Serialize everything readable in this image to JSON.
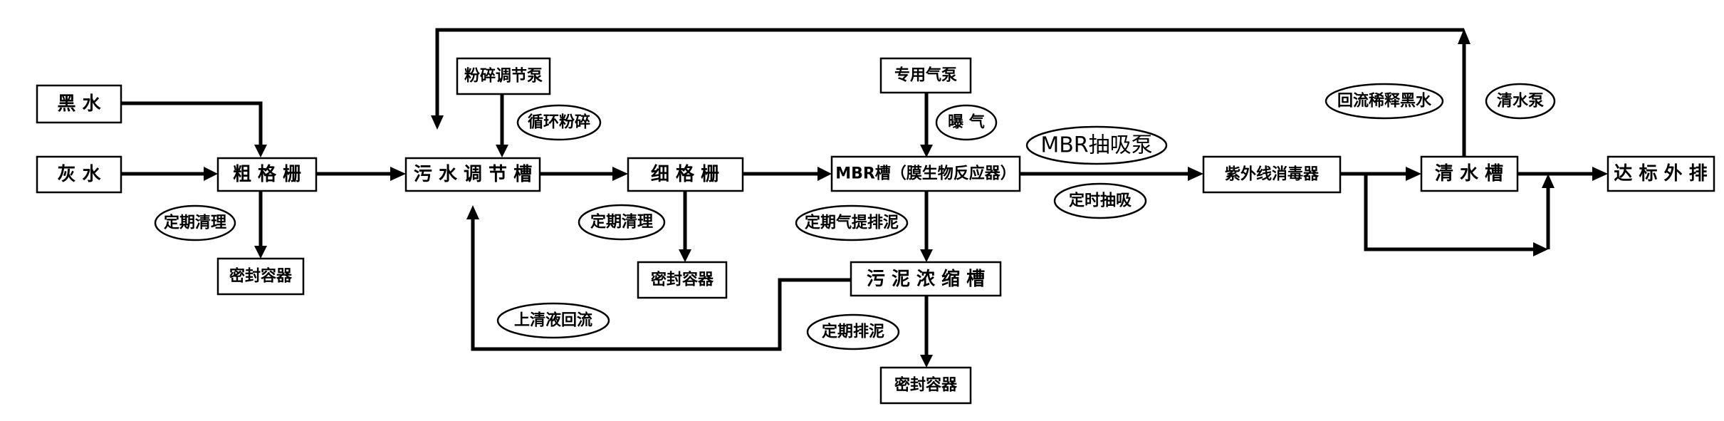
{
  "nodes": {
    "black_water": "黑 水",
    "grey_water": "灰 水",
    "coarse_screen": "粗 格 栅",
    "sealed_container_1": "密封容器",
    "regulating_tank": "污 水 调 节 槽",
    "crushing_pump": "粉碎调节泵",
    "fine_screen": "细 格 栅",
    "sealed_container_2": "密封容器",
    "air_pump": "专用气泵",
    "mbr_tank": "MBR槽（膜生物反应器）",
    "sludge_thickener": "污 泥 浓 缩 槽",
    "sealed_container_3": "密封容器",
    "uv_disinfector": "紫外线消毒器",
    "clear_water_tank": "清 水 槽",
    "discharge": "达 标 外 排"
  },
  "labels": {
    "periodic_clean_1": "定期清理",
    "cyclic_crushing": "循环粉碎",
    "periodic_clean_2": "定期清理",
    "aeration": "曝 气",
    "periodic_airlift": "定期气提排泥",
    "mbr_suction_pump": "MBR抽吸泵",
    "timed_suction": "定时抽吸",
    "periodic_sludge": "定期排泥",
    "supernatant_return": "上清液回流",
    "dilution_return": "回流稀释黑水",
    "clear_water_pump": "清水泵"
  }
}
